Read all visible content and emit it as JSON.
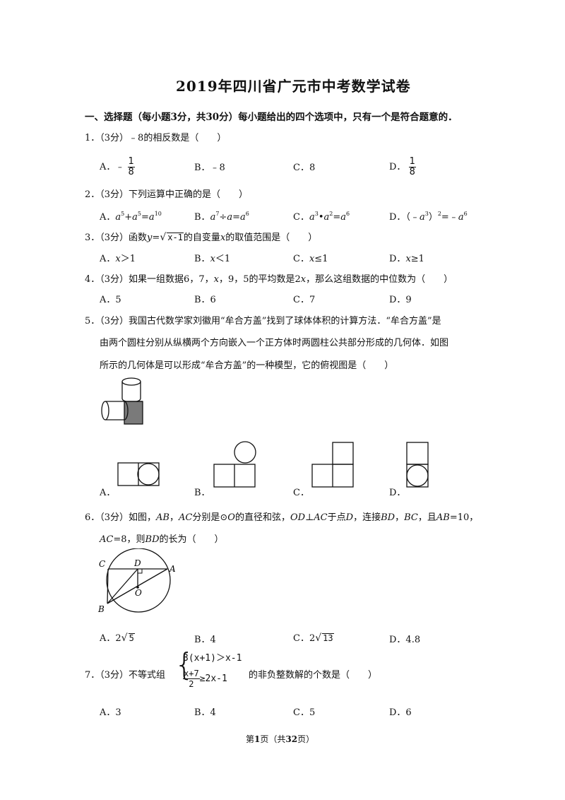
{
  "title": "2019年四川省广元市中考数学试卷",
  "section1": "一、选择题（每小题3分，共30分）每小题给出的四个选项中，只有一个是符合题意的．",
  "q1": {
    "stem": "1．（3分）﹣8的相反数是（　　）",
    "a_prefix": "A．﹣",
    "frac_num": "1",
    "frac_den": "8",
    "b": "B．﹣8",
    "c": "C．8",
    "d_prefix": "D．"
  },
  "q2": {
    "stem": "2．（3分）下列运算中正确的是（　　）",
    "a_label": "A．",
    "b_label": "B．",
    "c_label": "C．",
    "d_label": "D．",
    "exp5": "5",
    "exp10": "10",
    "exp7": "7",
    "exp6": "6",
    "exp3": "3",
    "exp2": "2",
    "var_a": "a",
    "plus": "+",
    "eq": "=",
    "div": "÷",
    "dot": "•",
    "d_open": "（﹣",
    "d_close": "）",
    "d_eq": "=﹣"
  },
  "q3": {
    "stem_prefix": "3．（3分）函数",
    "y": "y",
    "eq": "=",
    "radicand": "x-1",
    "stem_mid": "的自变量",
    "x": "x",
    "stem_suffix": "的取值范围是（　　）",
    "a_label": "A．",
    "a_rel": "＞1",
    "b_label": "B．",
    "b_rel": "＜1",
    "c_label": "C．",
    "c_rel": "≤1",
    "d_label": "D．",
    "d_rel": "≥1"
  },
  "q4": {
    "stem_a": "4．（3分）如果一组数据6，7，",
    "x": "x",
    "stem_b": "，9，5的平均数是2",
    "stem_c": "，那么这组数据的中位数为（　　）",
    "a": "A．5",
    "b": "B．6",
    "c": "C．7",
    "d": "D．9"
  },
  "q5": {
    "line1": "5．（3分）我国古代数学家刘徽用“牟合方盖”找到了球体体积的计算方法．“牟合方盖”是",
    "line2": "由两个圆柱分别从纵横两个方向嵌入一个正方体时两圆柱公共部分形成的几何体．如图",
    "line3": "所示的几何体是可以形成“牟合方盖”的一种模型，它的俯视图是（　　）",
    "a_label": "A．",
    "b_label": "B．",
    "c_label": "C．",
    "d_label": "D．"
  },
  "q6": {
    "l1_a": "6．（3分）如图，",
    "AB": "AB",
    "comma": "，",
    "AC": "AC",
    "l1_b": "分别是⊙",
    "O": "O",
    "l1_c": "的直径和弦，",
    "OD": "OD",
    "perp": "⊥",
    "l1_d": "于点",
    "D": "D",
    "l1_e": "，连接",
    "BD": "BD",
    "BC": "BC",
    "l1_f": "，且",
    "l1_g": "=10，",
    "l2_b": "=8，则",
    "l2_c": "的长为（　　）",
    "fig_C": "C",
    "fig_D": "D",
    "fig_A": "A",
    "fig_O": "O",
    "fig_B": "B",
    "a_label": "A．2",
    "a_rad": "5",
    "b": "B．4",
    "c_label": "C．2",
    "c_rad": "13",
    "d": "D．4.8"
  },
  "q7": {
    "stem_prefix": "7．（3分）不等式组",
    "ineq1": "3(x+1)＞x-1",
    "num": "x+7",
    "den": "2",
    "ineq2_rhs": "≥2x-1",
    "stem_suffix": "的非负整数解的个数是（　　）",
    "a": "A．3",
    "b": "B．4",
    "c": "C．5",
    "d": "D．6"
  },
  "footer": {
    "p1": "第",
    "page": "1",
    "p2": "页（共",
    "total": "32",
    "p3": "页）"
  }
}
